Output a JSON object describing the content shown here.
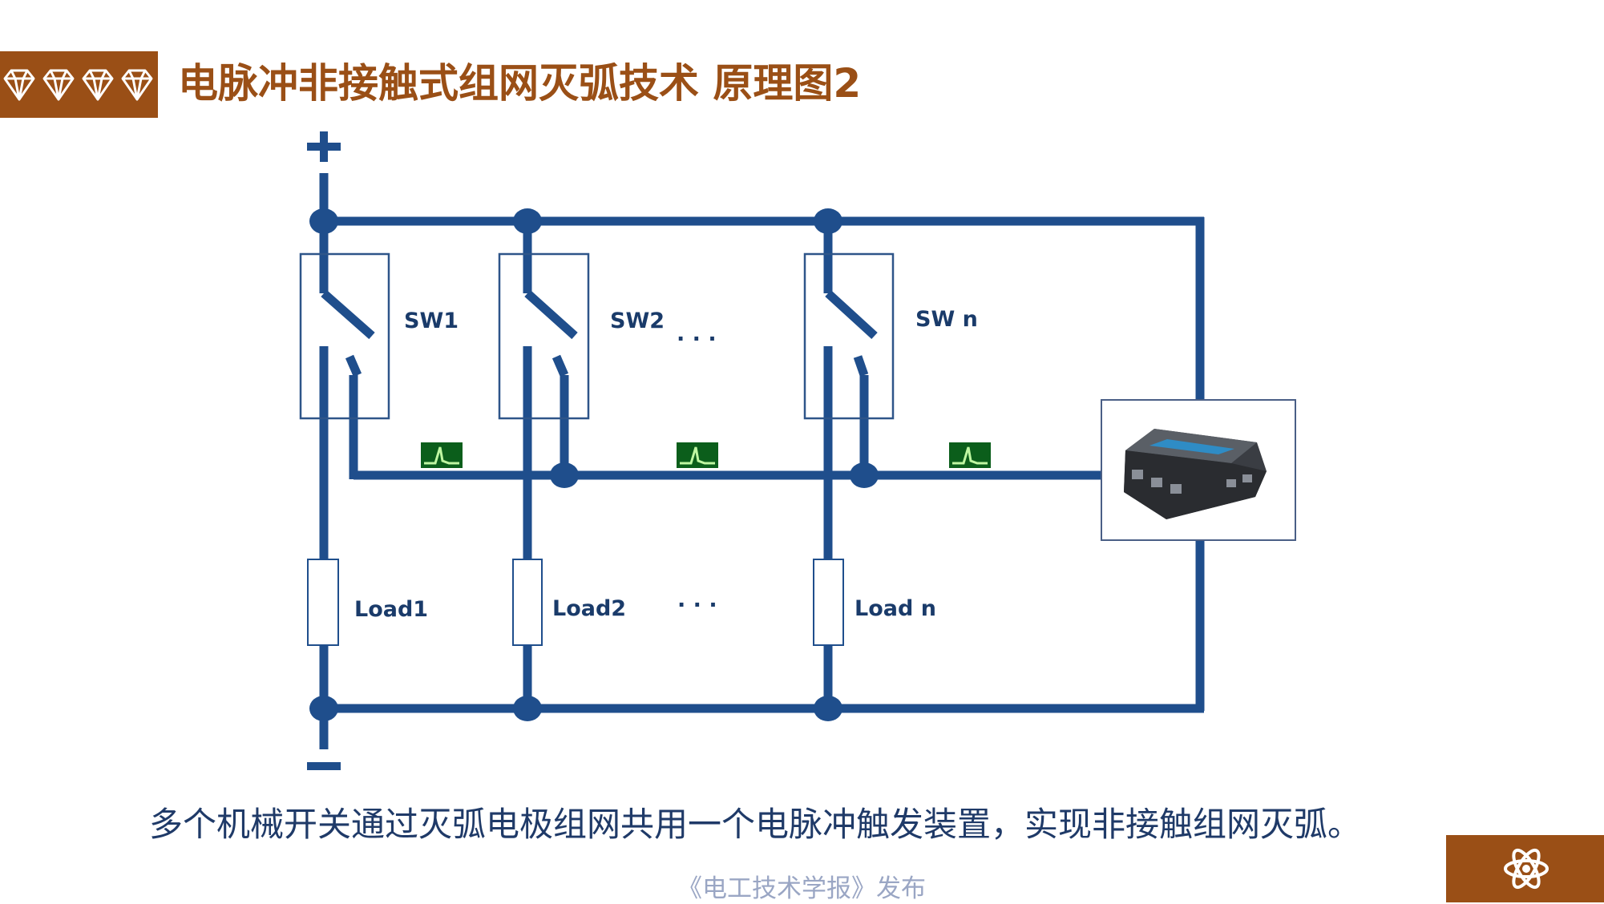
{
  "title": "电脉冲非接触式组网灭弧技术 原理图2",
  "diagram": {
    "plus_sign": "+",
    "minus_sign": "−",
    "switch_labels": [
      "SW1",
      "SW2",
      "SW n"
    ],
    "load_labels": [
      "Load1",
      "Load2",
      "Load n"
    ],
    "ellipsis": "· · ·"
  },
  "caption": "多个机械开关通过灭弧电极组网共用一个电脉冲触发装置，实现非接触组网灭弧。",
  "source": "《电工技术学报》发布",
  "icons": {
    "header": "diamond-icons",
    "corner": "atom-icon",
    "pulse": "pulse-waveform-icon",
    "device": "pulse-trigger-device"
  },
  "colors": {
    "accent": "#9a4f16",
    "wire": "#1f4e8c",
    "text": "#1f3a68",
    "source_text": "#9aa6c4"
  }
}
